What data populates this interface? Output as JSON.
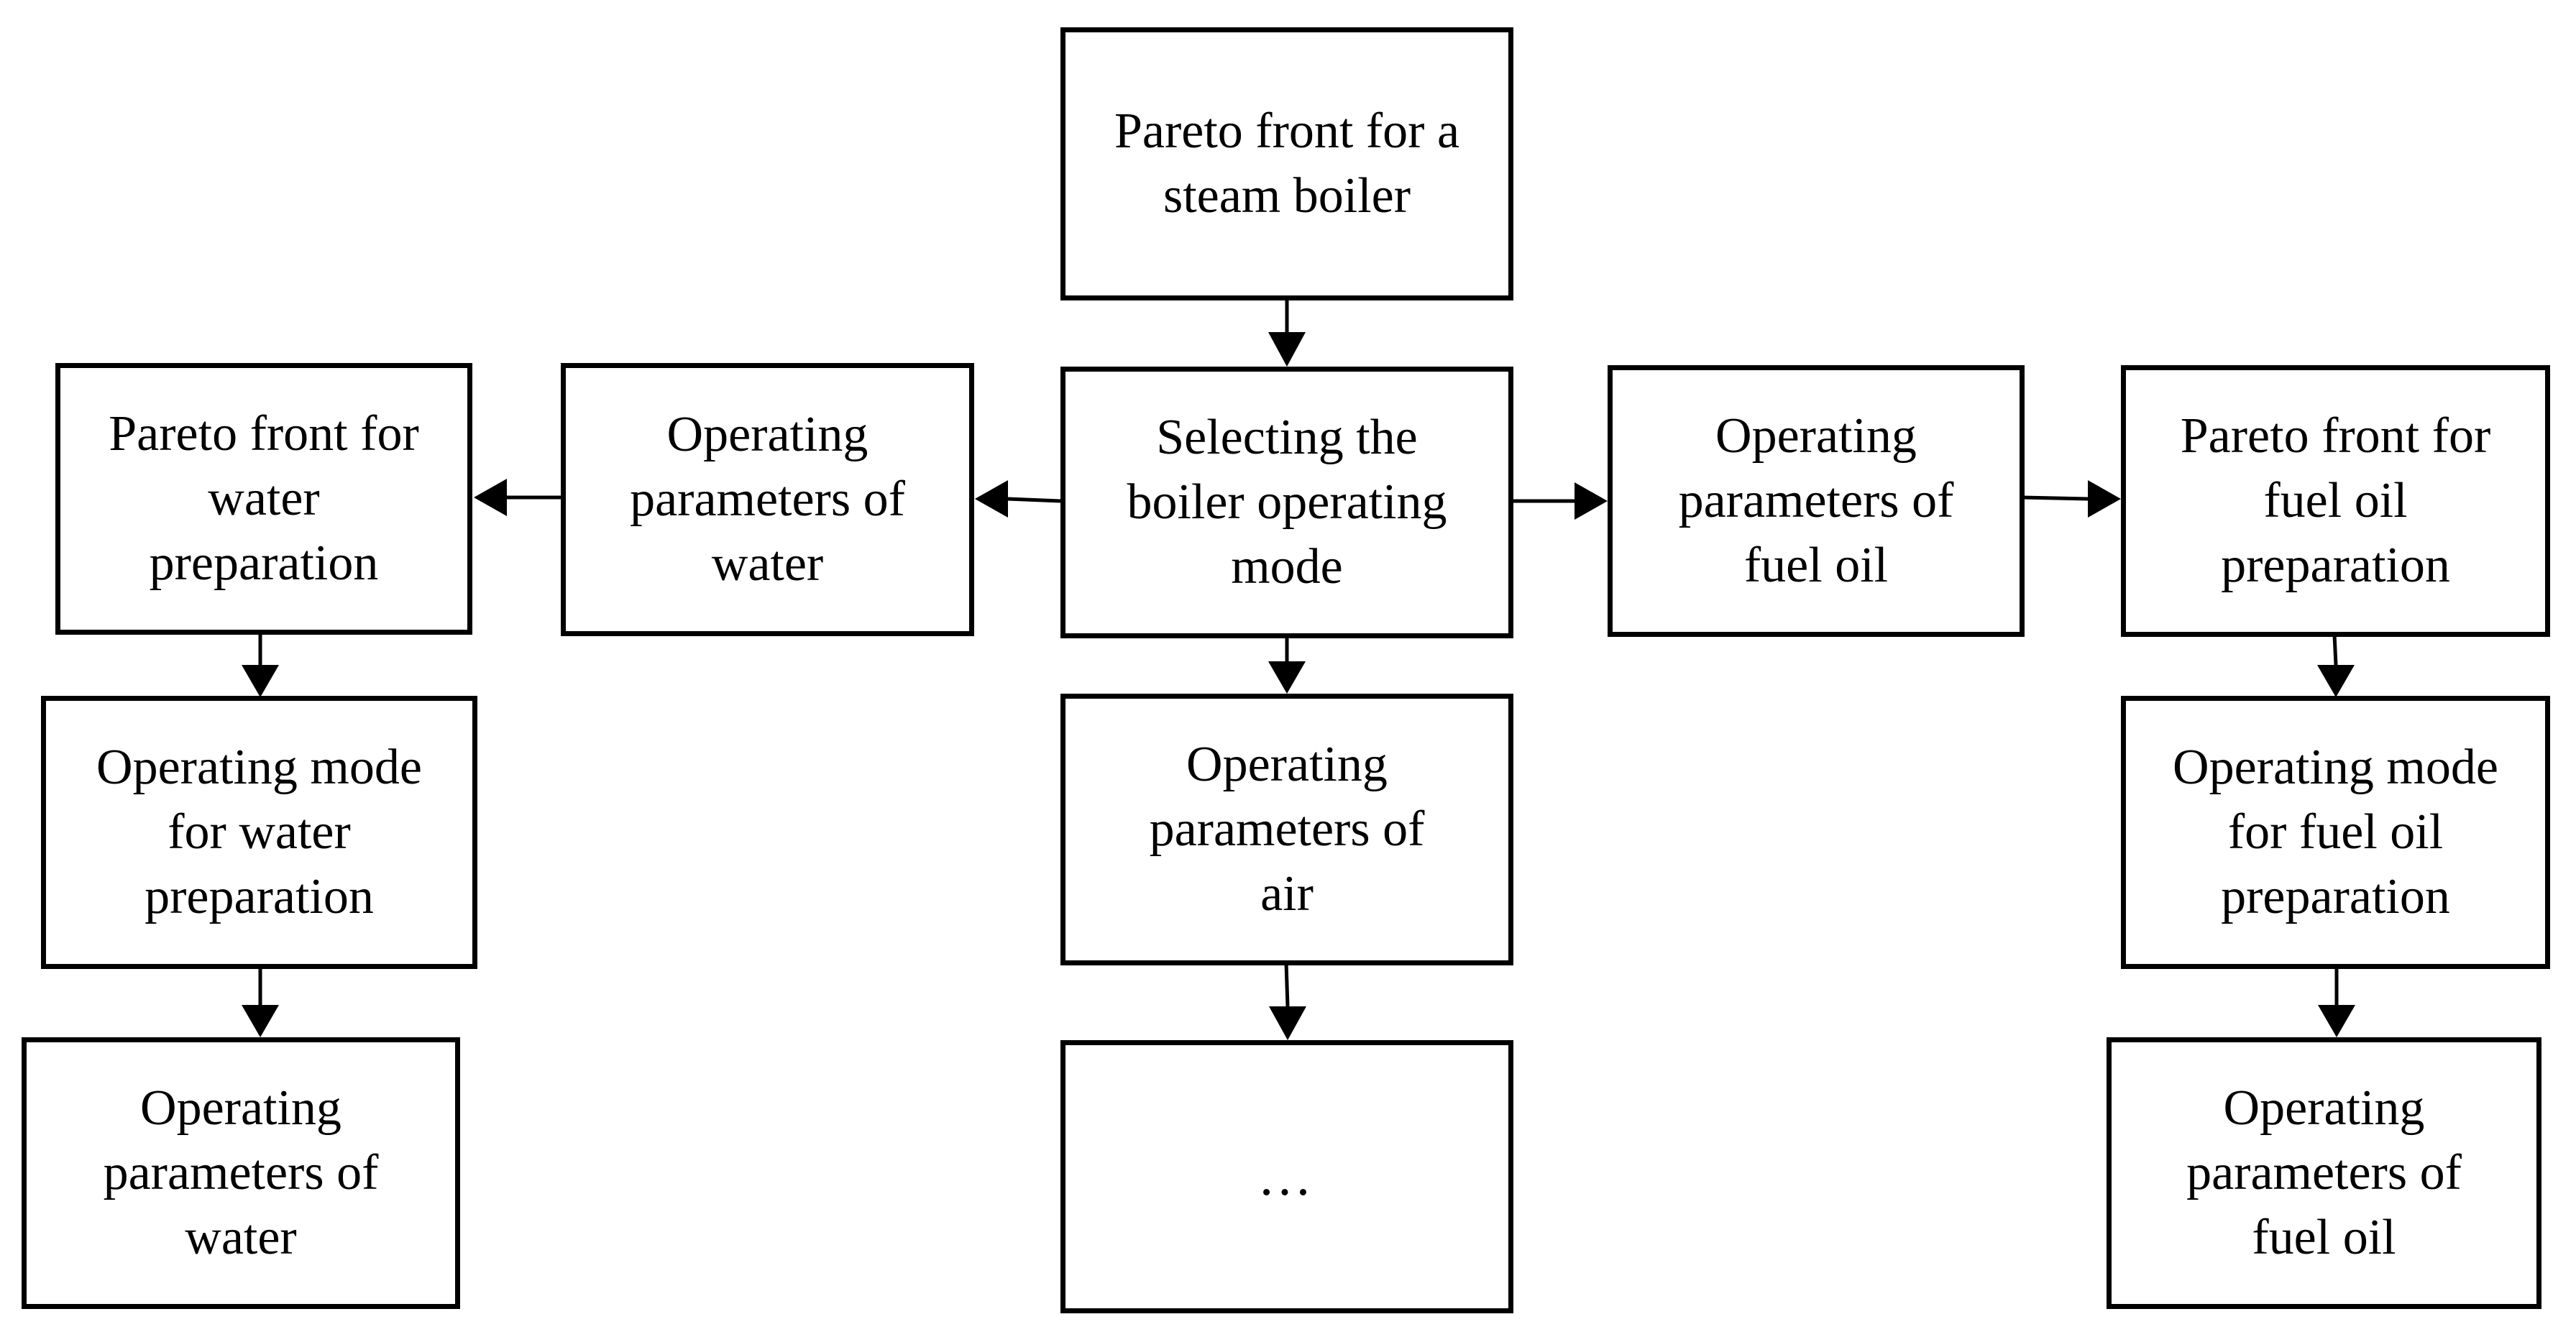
{
  "diagram": {
    "nodes": {
      "pareto_steam_boiler": "Pareto front for a\nsteam boiler",
      "selecting_mode": "Selecting the\nboiler operating\nmode",
      "op_params_water_mid": "Operating\nparameters of\nwater",
      "pareto_water_prep": "Pareto front for\nwater\npreparation",
      "op_mode_water_prep": "Operating mode\nfor water\npreparation",
      "op_params_water_bottom": "Operating\nparameters of\nwater",
      "op_params_air": "Operating\nparameters of\nair",
      "ellipsis": "…",
      "op_params_fuel_mid": "Operating\nparameters of\nfuel oil",
      "pareto_fuel_prep": "Pareto front for\nfuel oil\npreparation",
      "op_mode_fuel_prep": "Operating mode\nfor fuel oil\npreparation",
      "op_params_fuel_bottom": "Operating\nparameters of\nfuel oil"
    },
    "edges": [
      [
        "pareto_steam_boiler",
        "selecting_mode"
      ],
      [
        "selecting_mode",
        "op_params_water_mid"
      ],
      [
        "op_params_water_mid",
        "pareto_water_prep"
      ],
      [
        "pareto_water_prep",
        "op_mode_water_prep"
      ],
      [
        "op_mode_water_prep",
        "op_params_water_bottom"
      ],
      [
        "selecting_mode",
        "op_params_air"
      ],
      [
        "op_params_air",
        "ellipsis"
      ],
      [
        "selecting_mode",
        "op_params_fuel_mid"
      ],
      [
        "op_params_fuel_mid",
        "pareto_fuel_prep"
      ],
      [
        "pareto_fuel_prep",
        "op_mode_fuel_prep"
      ],
      [
        "op_mode_fuel_prep",
        "op_params_fuel_bottom"
      ]
    ]
  }
}
